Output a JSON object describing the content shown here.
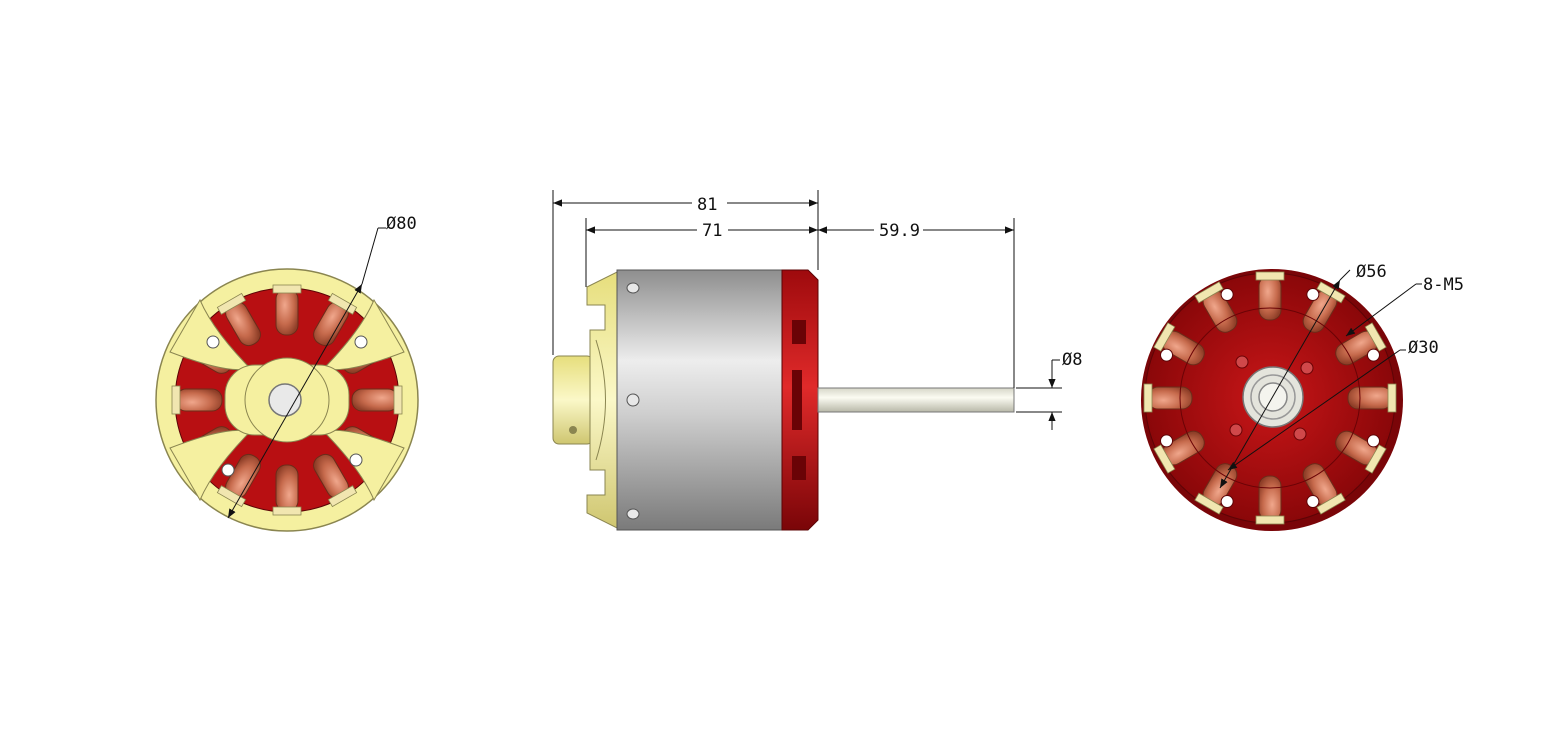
{
  "colors": {
    "background": "#ffffff",
    "red_body": "#b80f12",
    "red_dark": "#7a0508",
    "yellow_mount": "#f5f0a0",
    "yellow_dark": "#c9c26a",
    "copper": "#c66a4c",
    "copper_dark": "#8f3f28",
    "steel": "#b7b7b7",
    "shaft": "#e6e6dc",
    "line": "#111111"
  },
  "views": {
    "front": {
      "name": "front-view-mount-side",
      "slot_count": 12
    },
    "side": {
      "name": "side-view"
    },
    "rear": {
      "name": "rear-view-rotor-side",
      "slot_count": 12,
      "hole_count": 8
    }
  },
  "dimensions": {
    "front_diameter": "Ø80",
    "total_length": "81",
    "body_length": "71",
    "shaft_length": "59.9",
    "shaft_diameter": "Ø8",
    "bolt_circle": "Ø56",
    "thread": "8-M5",
    "center_diameter": "Ø30"
  }
}
